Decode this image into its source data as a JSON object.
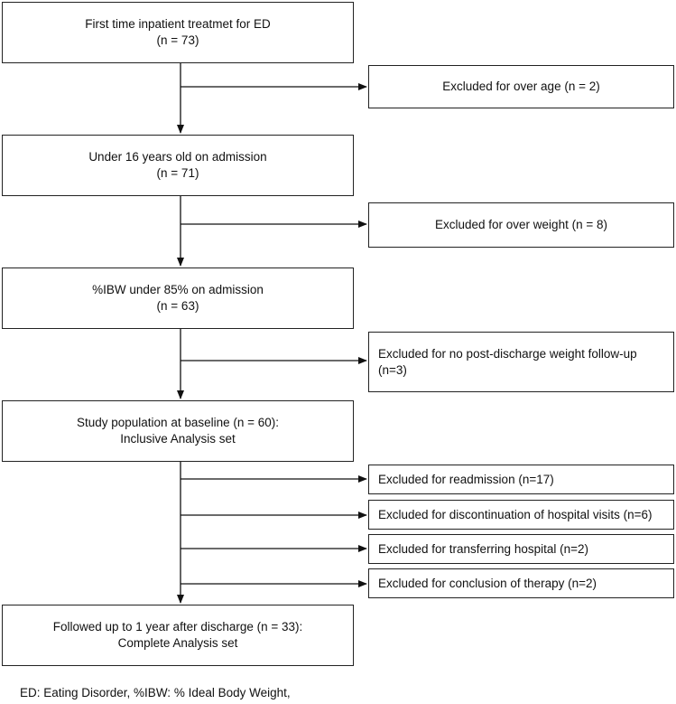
{
  "flow": {
    "steps": [
      {
        "line1": "First time inpatient treatmet for ED",
        "line2": "(n = 73)"
      },
      {
        "line1": "Under 16 years old on admission",
        "line2": "(n = 71)"
      },
      {
        "line1": "%IBW under 85% on admission",
        "line2": "(n = 63)"
      },
      {
        "line1": "Study population at baseline  (n = 60):",
        "line2": "Inclusive Analysis set"
      },
      {
        "line1": "Followed up to 1 year after discharge (n = 33):",
        "line2": "Complete Analysis set"
      }
    ],
    "exclusions": [
      {
        "line1": "Excluded for over age  (n = 2)"
      },
      {
        "line1": "Excluded for over weight  (n = 8)"
      },
      {
        "line1": "Excluded for no post-discharge weight follow-up",
        "line2": "(n=3)"
      },
      {
        "line1": "Excluded for readmission (n=17)"
      },
      {
        "line1": "Excluded for discontinuation of hospital visits (n=6)"
      },
      {
        "line1": "Excluded for transferring hospital (n=2)"
      },
      {
        "line1": "Excluded for conclusion of therapy  (n=2)"
      }
    ]
  },
  "footnote": "ED: Eating Disorder, %IBW: % Ideal Body Weight,"
}
